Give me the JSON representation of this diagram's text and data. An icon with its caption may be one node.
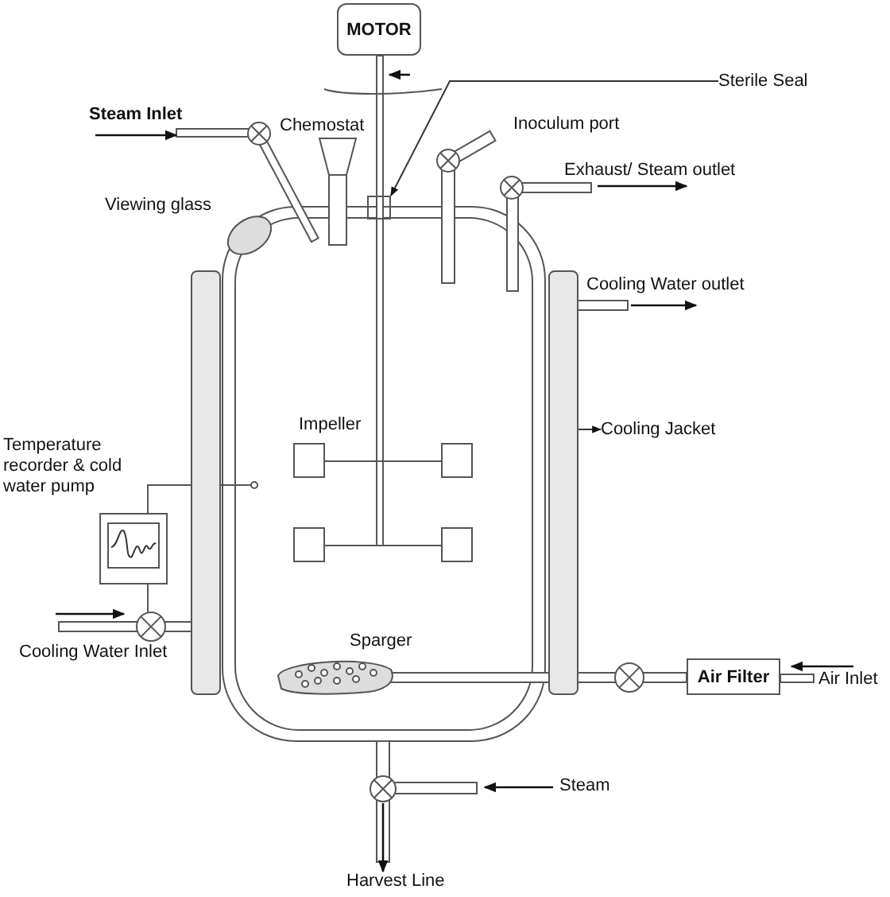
{
  "diagram": {
    "nodes": [
      {
        "text": [
          "MOTOR"
        ]
      },
      {
        "text": [
          "Sterile Seal"
        ]
      },
      {
        "text": [],
        "shape": "box"
      },
      {
        "text": [],
        "shape": "bar"
      },
      {
        "text": [],
        "shape": "bar"
      },
      {
        "text": [
          "Cooling Jacket"
        ]
      },
      {
        "text": [
          "Air Filter"
        ]
      }
    ],
    "edges": [
      {
        "from": 1,
        "to": 2,
        "arrow": "to"
      },
      {
        "from": 4,
        "to": 5,
        "arrow": "to"
      }
    ],
    "labels": [
      "Steam Inlet",
      "Chemostat",
      "Inoculum port",
      "Exhaust/ Steam outlet",
      "Viewing glass",
      "Cooling Water outlet",
      "Impeller",
      "Temperature recorder & cold water pump",
      "Cooling Water Inlet",
      "Sparger",
      "Air Inlet",
      "Steam",
      "Harvest Line"
    ]
  }
}
